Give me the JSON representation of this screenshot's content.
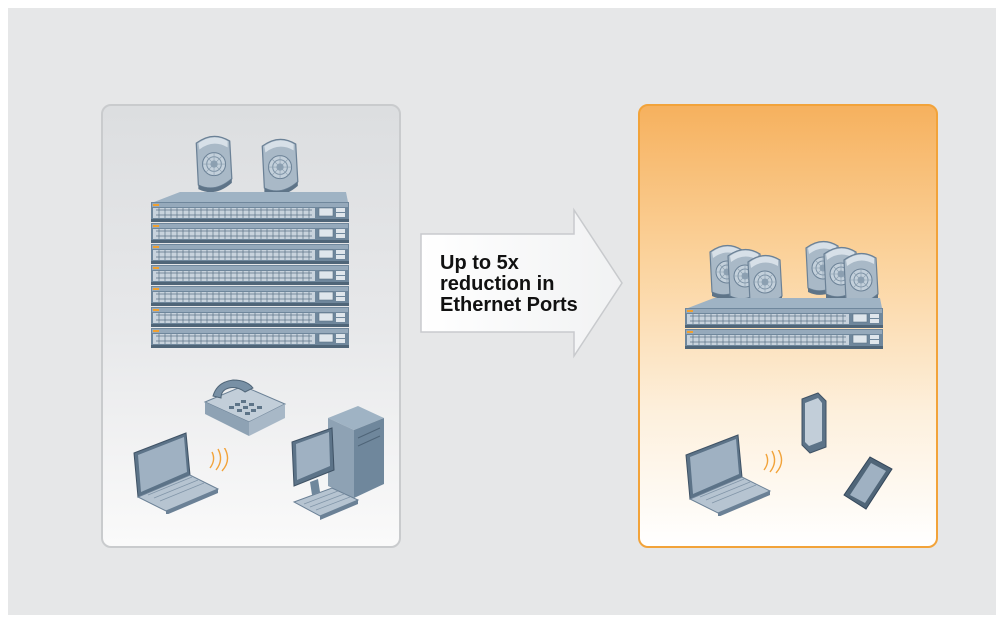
{
  "callout": {
    "lines": [
      "Up to 5x",
      "reduction in",
      "Ethernet Ports"
    ]
  },
  "colors": {
    "background": "#e6e7e8",
    "left_panel_border": "#c9cbcd",
    "right_panel_border": "#f2a33a",
    "right_panel_top": "#f6b15e",
    "switch_body": "#7f97ad",
    "access_point": "#b9c6d2"
  },
  "icons": {
    "left": [
      "access-point-icon",
      "access-point-icon",
      "network-switch-icon",
      "desk-phone-icon",
      "laptop-icon",
      "wifi-waves-icon",
      "desktop-computer-icon"
    ],
    "right": [
      "access-point-icon",
      "network-switch-icon",
      "smartphone-icon",
      "tablet-icon",
      "laptop-icon",
      "wifi-waves-icon"
    ]
  }
}
